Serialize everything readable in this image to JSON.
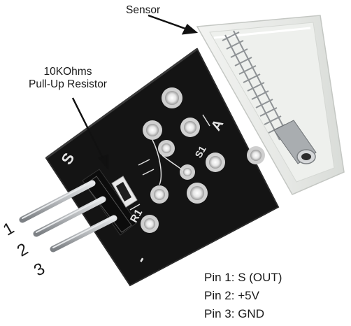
{
  "callouts": {
    "sensor": "Sensor",
    "resistor_line1": "10KOhms",
    "resistor_line2": "Pull-Up Resistor"
  },
  "board_marks": {
    "s_label": "S",
    "r1_label": "R1",
    "a_label": "A",
    "s1_label": "S1",
    "minus_label": "-"
  },
  "pin_numbers": [
    "1",
    "2",
    "3"
  ],
  "pinout": [
    {
      "pin": "Pin 1",
      "function": "S (OUT)"
    },
    {
      "pin": "Pin 2",
      "function": "+5V"
    },
    {
      "pin": "Pin 3",
      "function": "GND"
    }
  ],
  "colors": {
    "pcb": "#141414",
    "sensor_housing": "#e9ebe8",
    "pins": "#b9bcbf",
    "text": "#1a1a1a"
  }
}
